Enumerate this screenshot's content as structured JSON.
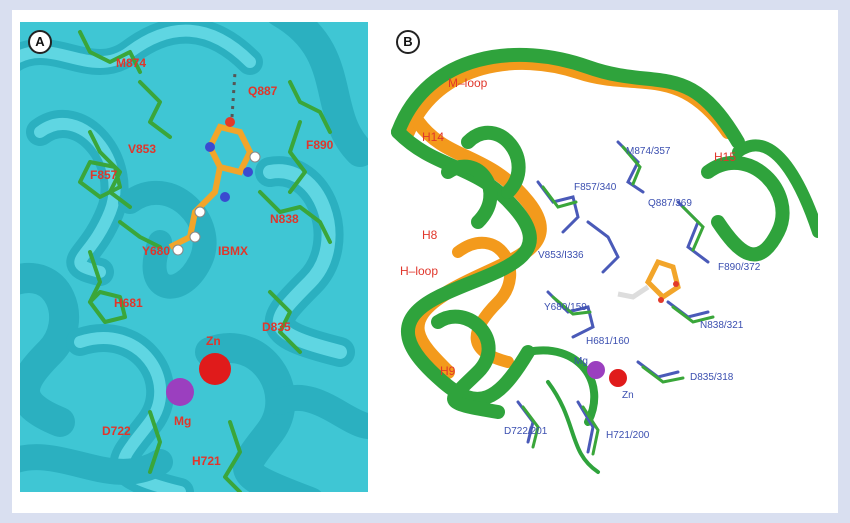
{
  "panel_a": {
    "letter": "A",
    "labels": {
      "m874": "M874",
      "q887": "Q887",
      "v853": "V853",
      "f890": "F890",
      "f857": "F857",
      "n838": "N838",
      "y680": "Y680",
      "ibmx": "IBMX",
      "h681": "H681",
      "zn": "Zn",
      "d835": "D835",
      "d722": "D722",
      "mg": "Mg",
      "h721": "H721"
    }
  },
  "panel_b": {
    "letter": "B",
    "labels": {
      "m_loop": "M–loop",
      "h14": "H14",
      "h15": "H15",
      "h8": "H8",
      "h_loop": "H–loop",
      "h9": "H9",
      "m874": "M874/357",
      "f857": "F857/340",
      "q887": "Q887/369",
      "v853": "V853/I336",
      "f890": "F890/372",
      "y680": "Y680/159",
      "h681": "H681/160",
      "n838": "N838/321",
      "mg": "Mg",
      "zn": "Zn",
      "d835": "D835/318",
      "d722": "D722/201",
      "h721": "H721/200"
    }
  },
  "colors": {
    "ribbon_a": "#3fc6d4",
    "ribbon_a_dark": "#1ea3b3",
    "residue_green": "#3aa63a",
    "ligand_orange": "#f2a52a",
    "ribbon_b_green": "#2fa33c",
    "ribbon_b_orange": "#f39a1c",
    "residue_blue": "#4a5ab8",
    "label_red": "#e0362b",
    "label_blue": "#3b4fb0",
    "zn": "#e01b1b",
    "mg": "#9b3fbf",
    "frame": "#d9dff0"
  }
}
